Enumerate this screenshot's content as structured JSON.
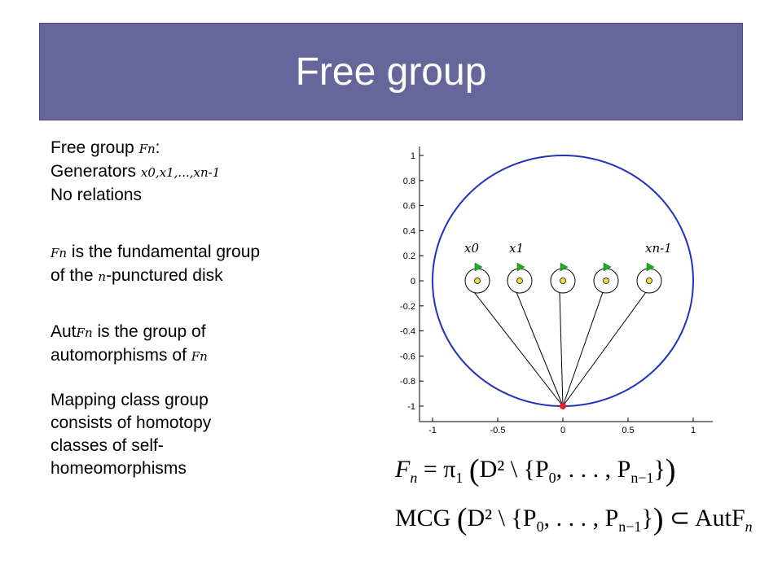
{
  "slide": {
    "title": "Free group",
    "title_bar_color": "#66669a"
  },
  "left_text": {
    "line1_pre": "Free group ",
    "line1_sym": "Fn",
    "line1_post": ":",
    "line2_pre": "Generators ",
    "line2_sym": "x0,x1,...,xn-1",
    "line3": "No relations",
    "p2_sym": "Fn",
    "p2_line1": " is the fundamental group",
    "p2_line2_pre": "of the ",
    "p2_line2_sym": "n",
    "p2_line2_post": "-punctured disk",
    "p3_pre": "Aut",
    "p3_sym": "Fn",
    "p3_line1_post": " is the group of",
    "p3_line2_pre": "automorphisms of ",
    "p3_line2_sym": "Fn",
    "p4_line1": "Mapping class group",
    "p4_line2": "consists of homotopy",
    "p4_line3": "classes of self-",
    "p4_line4": "homeomorphisms"
  },
  "plot": {
    "y_ticks": [
      "1",
      "0.8",
      "0.6",
      "0.4",
      "0.2",
      "0",
      "-0.2",
      "-0.4",
      "-0.6",
      "-0.8",
      "-1"
    ],
    "x_ticks": [
      "-1",
      "-0.5",
      "0",
      "0.5",
      "1"
    ],
    "labels": {
      "x0": "x0",
      "x1": "x1",
      "xn1": "xn-1"
    },
    "circle_color": "#2233bb",
    "puncture_color": "#f0e040",
    "arrow_color": "#22aa22",
    "base_point_color": "#dd2222"
  },
  "formulas": {
    "f1_lhs": "F",
    "f1_lhs_sub": "n",
    "f1_eq": " = π",
    "f1_pi_sub": "1",
    "f1_body": "D² \\ {P",
    "f1_p0_sub": "0",
    "f1_mid": ", . . . , P",
    "f1_pn_sub": "n−1",
    "f1_close": "}",
    "f2_mcg": "MCG",
    "f2_body": "D² \\ {P",
    "f2_p0_sub": "0",
    "f2_mid": ", . . . , P",
    "f2_pn_sub": "n−1",
    "f2_close": "}",
    "f2_subset": " ⊂ AutF",
    "f2_aut_sub": "n"
  }
}
